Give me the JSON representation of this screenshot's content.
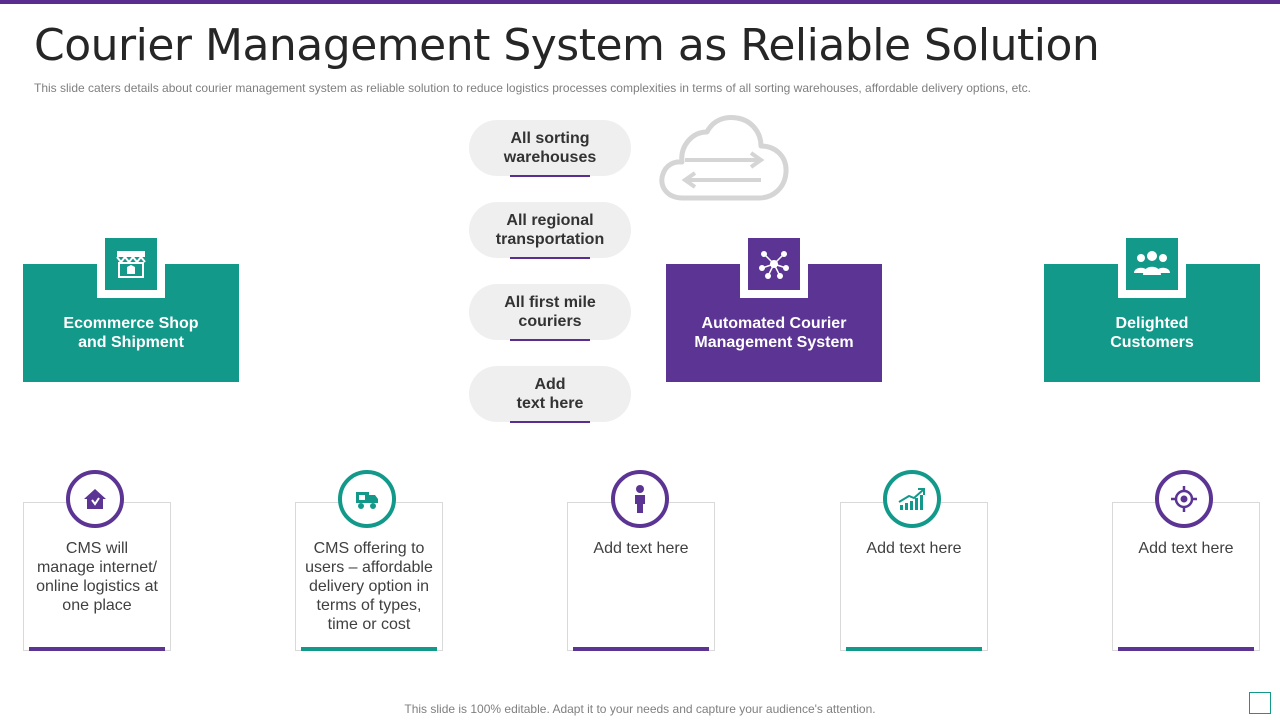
{
  "slide": {
    "title": "Courier Management System as Reliable Solution",
    "subtitle": "This slide caters details about courier management  system as reliable  solution to reduce logistics processes complexities in terms of all sorting warehouses,  affordable  delivery  options, etc.",
    "footer": "This slide is 100% editable. Adapt it to your needs and capture your audience's attention."
  },
  "colors": {
    "accent_purple": "#5b3494",
    "accent_teal": "#13998a",
    "pill_bg": "#efefef"
  },
  "pills": [
    {
      "label": "All sorting\nwarehouses"
    },
    {
      "label": "All regional\ntransportation"
    },
    {
      "label": "All first mile\ncouriers"
    },
    {
      "label": "Add\ntext here"
    }
  ],
  "boxes": [
    {
      "label": "Ecommerce Shop\nand Shipment",
      "icon": "shop-icon"
    },
    {
      "label": "Automated Courier\nManagement System",
      "icon": "network-icon"
    },
    {
      "label": "Delighted\nCustomers",
      "icon": "group-icon"
    }
  ],
  "cards": [
    {
      "text": "CMS will\nmanage internet/\nonline logistics at\none place",
      "icon": "home-icon"
    },
    {
      "text": "CMS offering to\nusers – affordable\ndelivery option in\nterms of types,\ntime or cost",
      "icon": "delivery-truck-icon"
    },
    {
      "text": "Add text here",
      "icon": "person-icon"
    },
    {
      "text": "Add text here",
      "icon": "growth-chart-icon"
    },
    {
      "text": "Add text here",
      "icon": "target-icon"
    }
  ],
  "cloud_icon": "cloud-sync-icon"
}
